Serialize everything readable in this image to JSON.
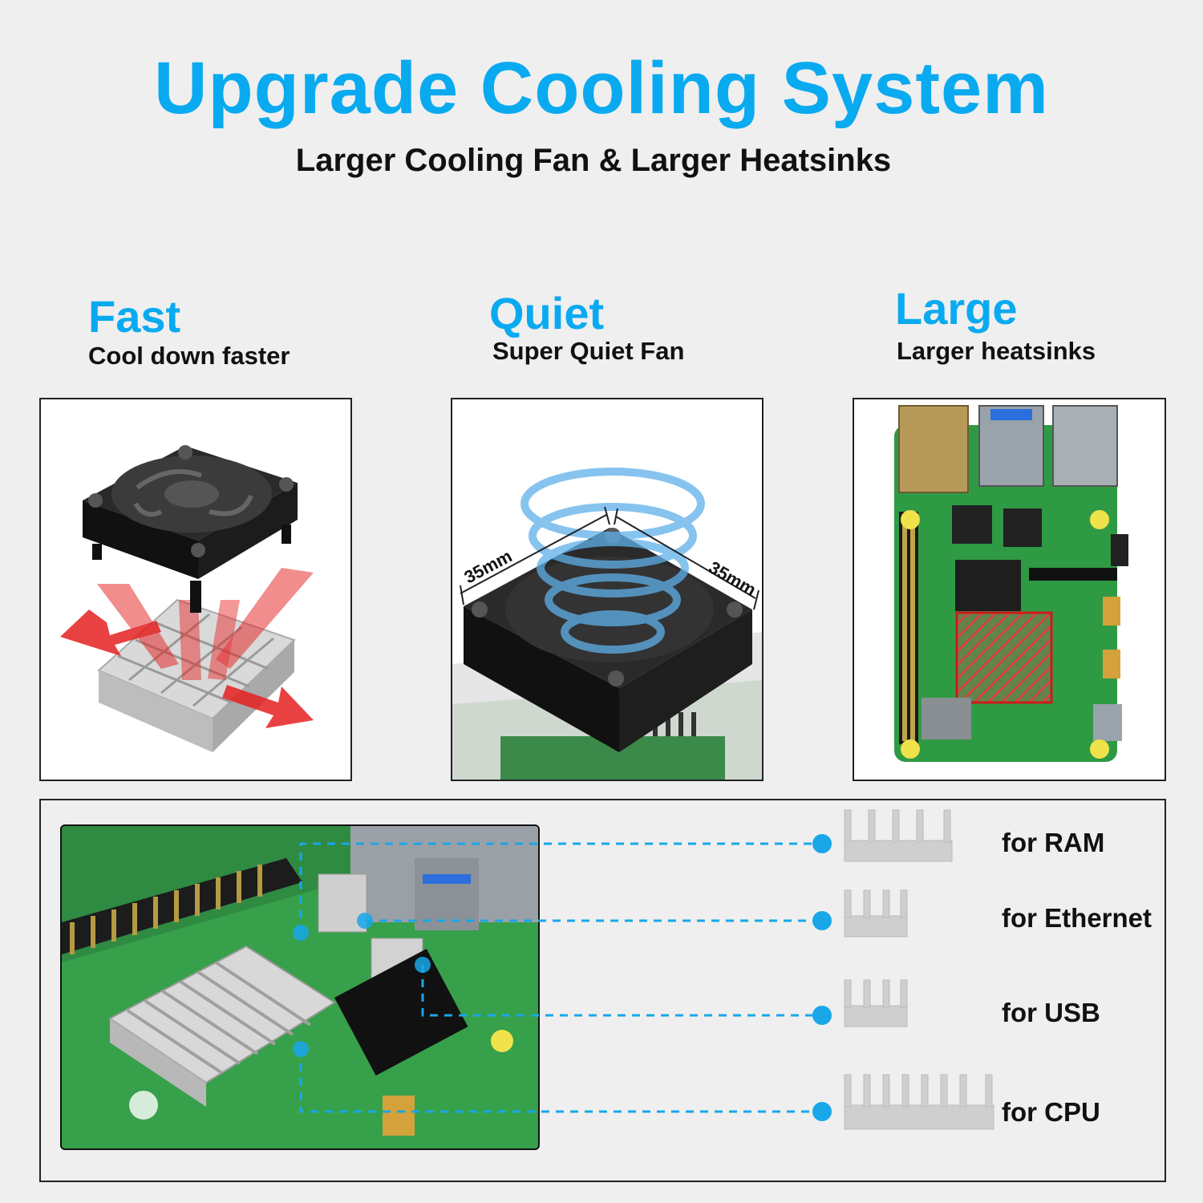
{
  "header": {
    "title": "Upgrade Cooling System",
    "subtitle": "Larger Cooling Fan &  Larger Heatsinks"
  },
  "features": [
    {
      "heading": "Fast",
      "caption": "Cool down faster"
    },
    {
      "heading": "Quiet",
      "caption": "Super Quiet Fan"
    },
    {
      "heading": "Large",
      "caption": "Larger heatsinks"
    }
  ],
  "fan": {
    "dim_left": "35mm",
    "dim_right": "35mm"
  },
  "heatsinks": [
    {
      "label": "for RAM"
    },
    {
      "label": "for Ethernet"
    },
    {
      "label": "for USB"
    },
    {
      "label": "for CPU"
    }
  ],
  "colors": {
    "accent": "#0aaaf0",
    "arrow": "#e52020",
    "pcb": "#2f9a44",
    "dashed_line": "#19a7e8"
  }
}
